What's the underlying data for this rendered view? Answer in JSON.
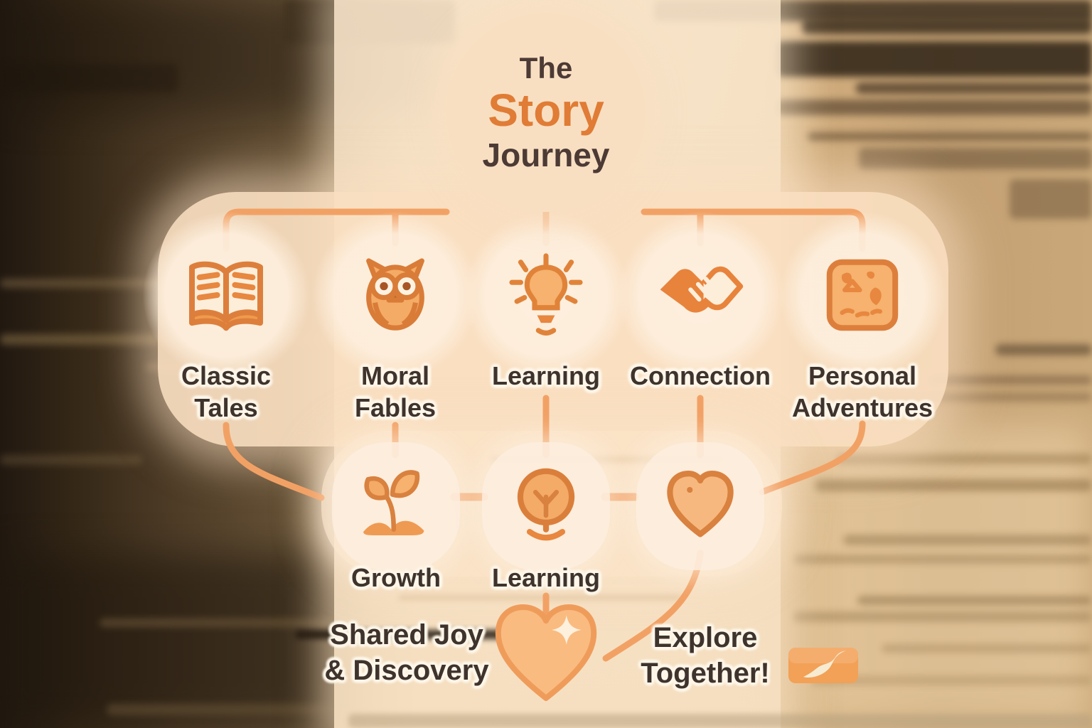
{
  "hub": {
    "line1": "The",
    "line2": "Story",
    "line3": "Journey"
  },
  "row1": [
    {
      "label_line1": "Classic",
      "label_line2": "Tales",
      "icon": "open-book-icon"
    },
    {
      "label_line1": "Moral",
      "label_line2": "Fables",
      "icon": "owl-icon"
    },
    {
      "label_line1": "Learning",
      "label_line2": "",
      "icon": "lightbulb-icon"
    },
    {
      "label_line1": "Connection",
      "label_line2": "",
      "icon": "handshake-icon"
    },
    {
      "label_line1": "Personal",
      "label_line2": "Adventures",
      "icon": "map-icon"
    }
  ],
  "row2": [
    {
      "label": "Growth",
      "icon": "sprout-icon"
    },
    {
      "label": "Learning",
      "icon": "tree-icon"
    },
    {
      "label": "",
      "icon": "heart-icon"
    }
  ],
  "footer": {
    "left_caption_line1": "Shared Joy",
    "left_caption_line2": "& Discovery",
    "right_caption_line1": "Explore",
    "right_caption_line2": "Together!",
    "center_icon": "sparkle-heart-icon",
    "logo_icon": "s-swoosh-logo"
  },
  "colors": {
    "accent_orange": "#e8873f",
    "line_orange": "#f2a165",
    "panel_peach": "#fadec0",
    "text_dark": "#3f332d",
    "story_orange": "#e07c35",
    "bg_dark_brown": "#3a2c1a",
    "bg_tan": "#c8a577"
  }
}
